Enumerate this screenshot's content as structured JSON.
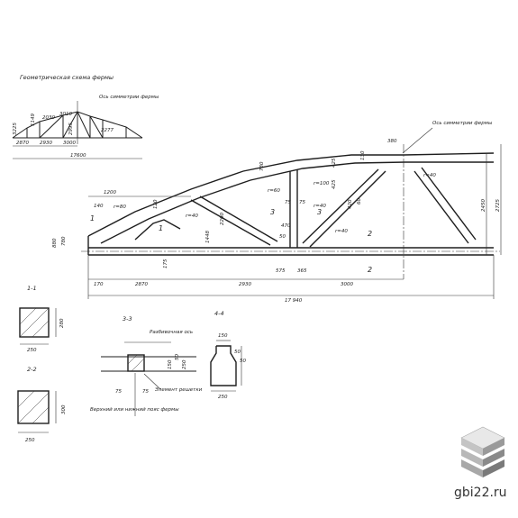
{
  "schema": {
    "title": "Геометрическая схема фермы",
    "axis_note_small": "Ось симметрии фермы",
    "heights": [
      "3225",
      "1149",
      "2030",
      "3010",
      "2995",
      "2277"
    ],
    "spans": [
      "2870",
      "2930",
      "3000"
    ],
    "total": "17600"
  },
  "main": {
    "axis_note": "Ось симметрии фермы",
    "top_dims": [
      "1200",
      "380"
    ],
    "vert_dims": [
      "2450",
      "2725",
      "880",
      "780",
      "2200",
      "1448",
      "730",
      "425",
      "425",
      "130",
      "470",
      "420"
    ],
    "section_marks": [
      "1",
      "1",
      "2",
      "2",
      "3",
      "3"
    ],
    "bottom_dims": [
      "170",
      "2870",
      "2930",
      "3000",
      "575",
      "365"
    ],
    "total": "17 940",
    "radii": [
      "r=80",
      "r=40",
      "r=60",
      "r=100",
      "r=40",
      "r=40",
      "r=40"
    ],
    "misc": [
      "140",
      "75",
      "75",
      "120",
      "175",
      "60",
      "50"
    ]
  },
  "sections": {
    "s1": {
      "title": "1-1",
      "w": "250",
      "h": "280"
    },
    "s2": {
      "title": "2-2",
      "w": "250",
      "h": "300"
    },
    "s3": {
      "title": "3-3",
      "note1": "Разбивочная ось",
      "note2": "Элемент решетки",
      "note3": "Верхний или нижний пояс фермы",
      "dims": [
        "75",
        "75",
        "150",
        "50",
        "250"
      ]
    },
    "s4": {
      "title": "4-4",
      "dims": [
        "150",
        "50",
        "50",
        "250"
      ]
    }
  },
  "brand": {
    "text": "gbi22.ru"
  }
}
